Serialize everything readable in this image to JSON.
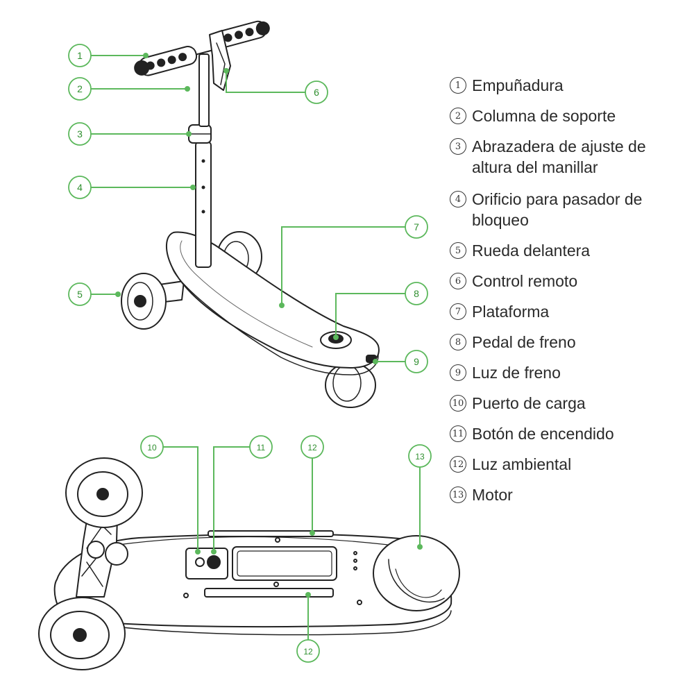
{
  "colors": {
    "callout": "#5cb85c",
    "line": "#222222",
    "legend_text": "#2a2a2a"
  },
  "legend": [
    {
      "num": "1",
      "text": "Empuñadura"
    },
    {
      "num": "2",
      "text": "Columna de soporte"
    },
    {
      "num": "3",
      "text": "Abrazadera de ajuste de altura del manillar"
    },
    {
      "num": "4",
      "text": "Orificio para pasador de bloqueo"
    },
    {
      "num": "5",
      "text": "Rueda delantera"
    },
    {
      "num": "6",
      "text": "Control remoto"
    },
    {
      "num": "7",
      "text": "Plataforma"
    },
    {
      "num": "8",
      "text": "Pedal de freno"
    },
    {
      "num": "9",
      "text": "Luz de freno"
    },
    {
      "num": "10",
      "text": "Puerto de carga"
    },
    {
      "num": "11",
      "text": "Botón de encendido"
    },
    {
      "num": "12",
      "text": "Luz ambiental"
    },
    {
      "num": "13",
      "text": "Motor"
    }
  ],
  "callouts": {
    "c1": "1",
    "c2": "2",
    "c3": "3",
    "c4": "4",
    "c5": "5",
    "c6": "6",
    "c7": "7",
    "c8": "8",
    "c9": "9",
    "c10": "10",
    "c11": "11",
    "c12a": "12",
    "c12b": "12",
    "c13": "13"
  }
}
